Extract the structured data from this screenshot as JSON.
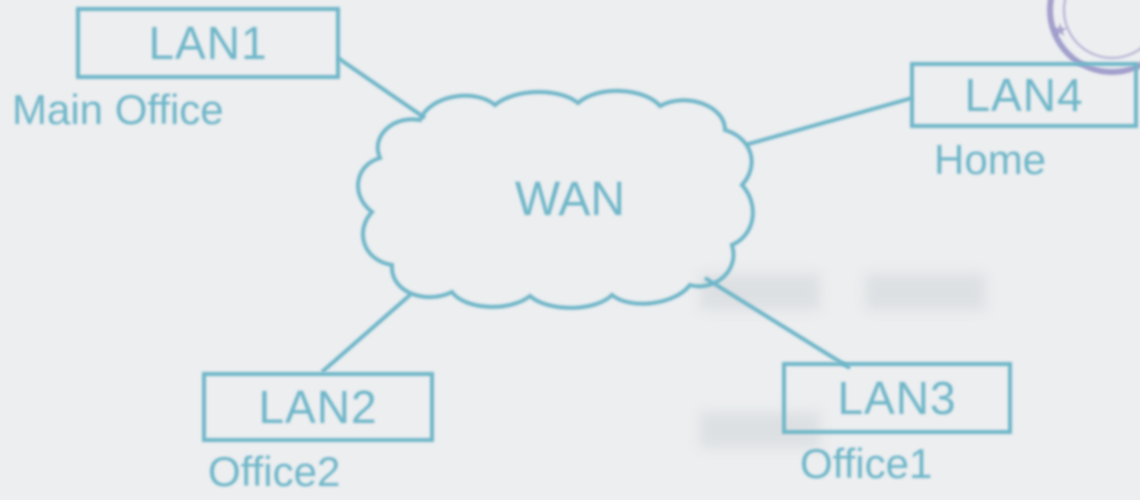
{
  "diagram": {
    "center": {
      "label": "WAN"
    },
    "nodes": [
      {
        "id": "lan1",
        "label": "LAN1",
        "caption": "Main Office"
      },
      {
        "id": "lan2",
        "label": "LAN2",
        "caption": "Office2"
      },
      {
        "id": "lan3",
        "label": "LAN3",
        "caption": "Office1"
      },
      {
        "id": "lan4",
        "label": "LAN4",
        "caption": "Home"
      }
    ],
    "edges": [
      {
        "from": "wan",
        "to": "lan1"
      },
      {
        "from": "wan",
        "to": "lan2"
      },
      {
        "from": "wan",
        "to": "lan3"
      },
      {
        "from": "wan",
        "to": "lan4"
      }
    ]
  },
  "colors": {
    "ink": "#6fb6c8",
    "paper": "#eceef0",
    "stamp": "#8a86c0"
  }
}
